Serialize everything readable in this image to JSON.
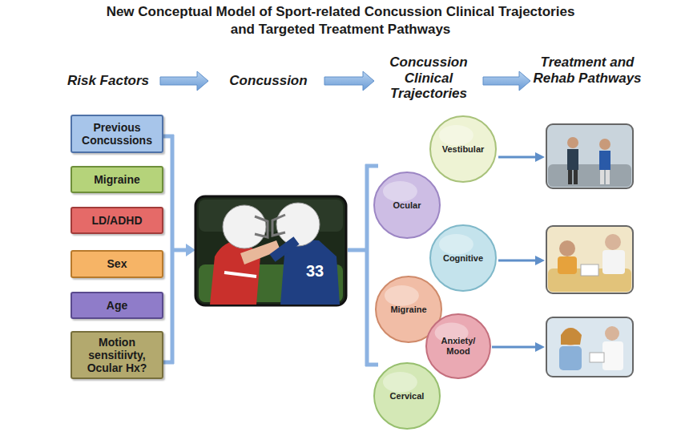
{
  "diagram": {
    "title": "New Conceptual Model of Sport-related Concussion Clinical Trajectories and Targeted Treatment Pathways",
    "nodes": [
      {
        "text": [
          "Previous Concussions"
        ]
      },
      {
        "text": [
          "Migraine"
        ]
      },
      {
        "text": [
          "LD/ADHD"
        ]
      },
      {
        "text": [
          "Sex"
        ]
      },
      {
        "text": [
          "Age"
        ]
      },
      {
        "text": [
          "Motion sensitiivty, Ocular Hx?"
        ]
      },
      {
        "text": [
          "Vestibular"
        ]
      },
      {
        "text": [
          "Ocular"
        ]
      },
      {
        "text": [
          "Cognitive"
        ]
      },
      {
        "text": [
          "Migraine"
        ]
      },
      {
        "text": [
          "Anxiety/ Mood"
        ]
      },
      {
        "text": [
          "Cervical"
        ]
      }
    ],
    "labels": [
      "Risk Factors",
      "Concussion",
      "Concussion Clinical Trajectories",
      "Treatment and Rehab Pathways"
    ]
  }
}
